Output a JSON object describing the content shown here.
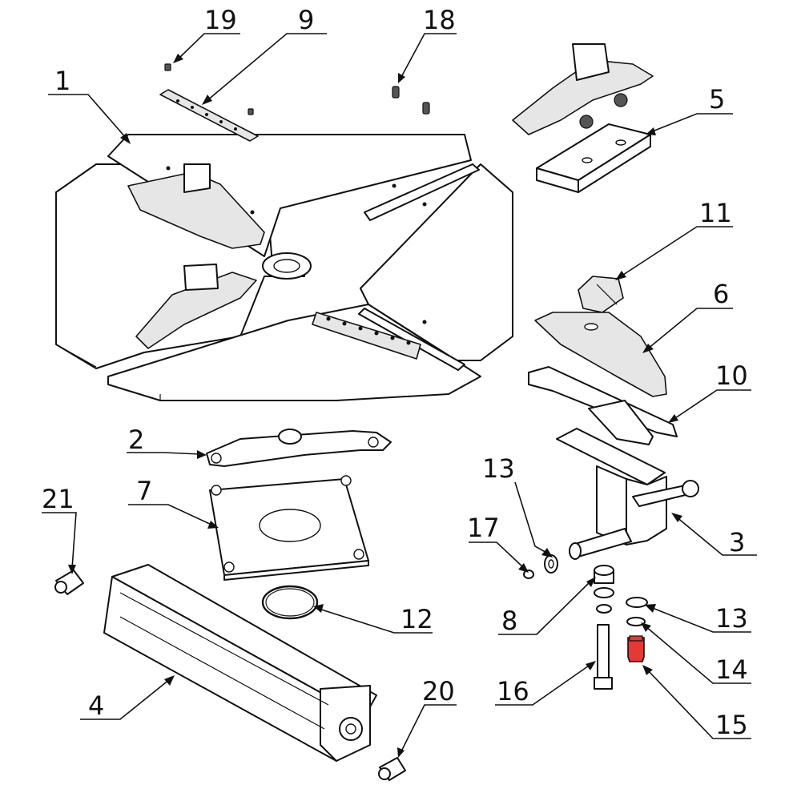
{
  "callouts": {
    "c1": "1",
    "c2": "2",
    "c3": "3",
    "c4": "4",
    "c5": "5",
    "c6": "6",
    "c7": "7",
    "c8": "8",
    "c9": "9",
    "c10": "10",
    "c11": "11",
    "c12": "12",
    "c13a": "13",
    "c13b": "13",
    "c14": "14",
    "c15": "15",
    "c16": "16",
    "c17": "17",
    "c18": "18",
    "c19": "19",
    "c20": "20",
    "c21": "21"
  },
  "colors": {
    "line": "#111111",
    "highlight": "#e53935",
    "fill": "#ffffff",
    "shade": "#e6e6e6"
  }
}
